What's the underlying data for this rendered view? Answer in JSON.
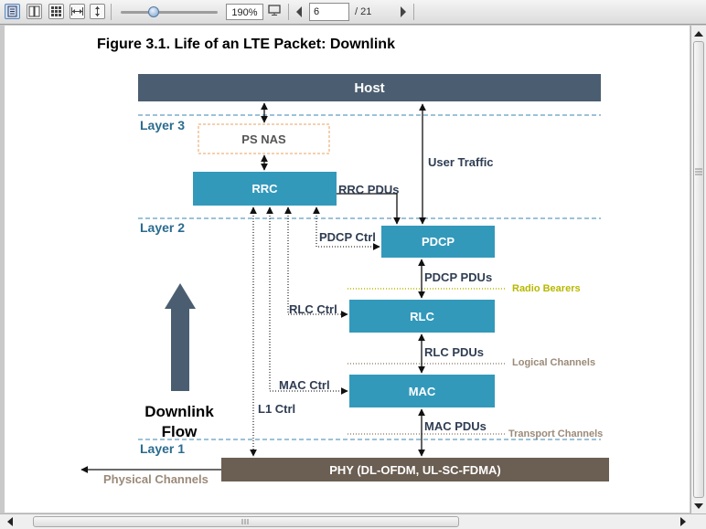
{
  "toolbar": {
    "zoom": "190%",
    "page_current": "6",
    "page_total": "/ 21"
  },
  "figure": {
    "title": "Figure 3.1. Life of an LTE Packet: Downlink",
    "host": "Host",
    "ps_nas": "PS NAS",
    "rrc": "RRC",
    "pdcp": "PDCP",
    "rlc": "RLC",
    "mac": "MAC",
    "phy": "PHY (DL-OFDM, UL-SC-FDMA)",
    "layer3": "Layer 3",
    "layer2": "Layer 2",
    "layer1": "Layer 1",
    "user_traffic": "User Traffic",
    "rrc_pdus": "RRC PDUs",
    "pdcp_ctrl": "PDCP Ctrl",
    "pdcp_pdus": "PDCP PDUs",
    "radio_bearers": "Radio Bearers",
    "rlc_ctrl": "RLC Ctrl",
    "rlc_pdus": "RLC PDUs",
    "logical_channels": "Logical Channels",
    "mac_ctrl": "MAC Ctrl",
    "mac_pdus": "MAC PDUs",
    "transport_channels": "Transport Channels",
    "l1_ctrl": "L1 Ctrl",
    "downlink_flow_1": "Downlink",
    "downlink_flow_2": "Flow",
    "physical_channels": "Physical Channels"
  },
  "colors": {
    "host": "#4b5e71",
    "block": "#3399bb",
    "phy": "#6b5e52",
    "layer_text": "#2a6b8f",
    "radio_bearers": "#b8b800",
    "channel_text": "#9b8a78"
  }
}
